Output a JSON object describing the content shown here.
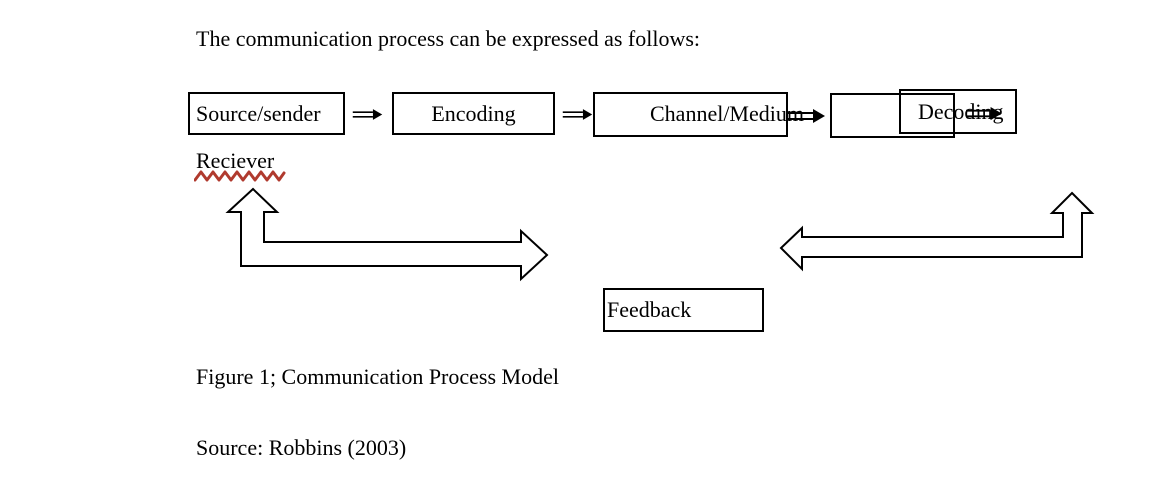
{
  "document": {
    "intro": "The communication process can be expressed as follows:",
    "receiver_label": "Reciever",
    "figure_caption": "Figure 1; Communication Process Model",
    "source": "Source: Robbins (2003)"
  },
  "diagram": {
    "flow_boxes": [
      {
        "label": "Source/sender"
      },
      {
        "label": "Encoding"
      },
      {
        "label": "Channel/Medium"
      },
      {
        "label": "Decoding"
      }
    ],
    "feedback_label": "Feedback",
    "icons": {
      "flow_arrow": "⇒",
      "feedback_arrow_left": "bent-double-arrow-up-right",
      "feedback_arrow_right": "bent-double-arrow-up-left"
    }
  },
  "colors": {
    "background": "#ffffff",
    "text": "#000000",
    "box_border": "#000000",
    "spellcheck_red": "#b03a2e"
  }
}
